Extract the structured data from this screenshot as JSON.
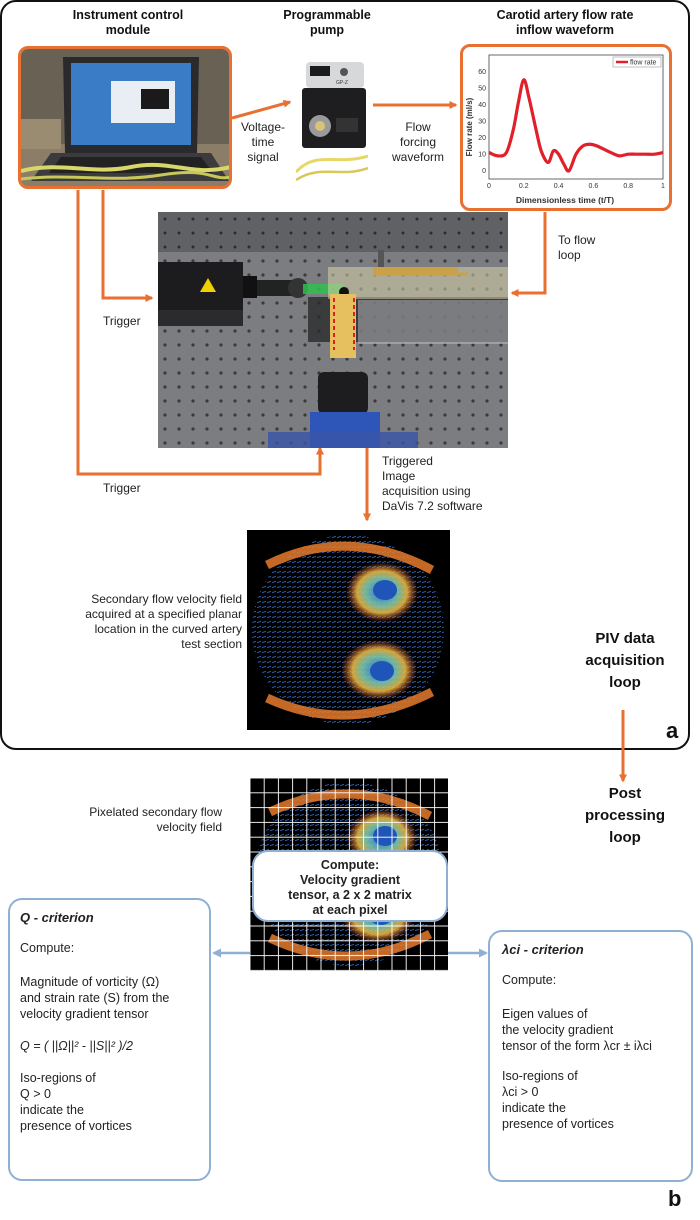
{
  "labels": {
    "instrument_title": "Instrument control\nmodule",
    "pump_title": "Programmable\npump",
    "waveform_title": "Carotid artery flow rate\ninflow waveform",
    "voltage": "Voltage-\ntime\nsignal",
    "flow_forcing": "Flow\nforcing\nwaveform",
    "to_flow_loop": "To flow\nloop",
    "trigger1": "Trigger",
    "trigger2": "Trigger",
    "triggered": "Triggered\nImage\nacquisition using\nDaVis 7.2 software",
    "secondary_field": "Secondary flow velocity field\nacquired at a specified planar\nlocation in the curved artery\ntest section",
    "piv_loop": "PIV data\nacquisition\nloop",
    "panel_a": "a",
    "panel_b": "b",
    "post_loop": "Post\nprocessing\nloop",
    "pixelated": "Pixelated secondary flow\nvelocity field",
    "pump_brand": "GP-Z"
  },
  "q_box": {
    "title": "Q - criterion",
    "compute": "Compute:",
    "desc": "Magnitude of vorticity (Ω)\nand strain rate (S) from the\nvelocity gradient tensor",
    "formula": "Q = ( ||Ω||² - ||S||² )/2",
    "iso": "Iso-regions of\nQ > 0\nindicate the\npresence of vortices"
  },
  "lambda_box": {
    "title": "λci - criterion",
    "compute": "Compute:",
    "desc": "Eigen values of\nthe velocity gradient\ntensor of the form λcr ± iλci",
    "iso": "Iso-regions of\nλci > 0\nindicate the\npresence of vortices"
  },
  "center_box": {
    "text": "Compute:\nVelocity gradient\ntensor, a 2 x 2 matrix\nat each pixel"
  },
  "colors": {
    "orange": "#e87031",
    "blue": "#8fb0d3",
    "curve": "#e0202a"
  },
  "chart_data": {
    "type": "line",
    "xlabel": "Dimensionless time (t/T)",
    "ylabel": "Flow rate (ml/s)",
    "xlim": [
      0,
      1
    ],
    "ylim": [
      -5,
      70
    ],
    "xticks": [
      0,
      0.2,
      0.4,
      0.6,
      0.8,
      1
    ],
    "yticks": [
      0,
      10,
      20,
      30,
      40,
      50,
      60
    ],
    "grid": true,
    "legend": "top-right",
    "series": [
      {
        "name": "flow rate",
        "x": [
          0,
          0.05,
          0.1,
          0.14,
          0.17,
          0.2,
          0.23,
          0.27,
          0.3,
          0.34,
          0.37,
          0.4,
          0.43,
          0.46,
          0.5,
          0.54,
          0.58,
          0.62,
          0.66,
          0.7,
          0.75,
          0.8,
          0.85,
          0.9,
          0.95,
          1.0
        ],
        "y": [
          11,
          9,
          11,
          25,
          42,
          55,
          44,
          25,
          12,
          5,
          12,
          10,
          4,
          0,
          10,
          15,
          16,
          15,
          13,
          11,
          9,
          10,
          10,
          10,
          10,
          11
        ]
      }
    ]
  }
}
